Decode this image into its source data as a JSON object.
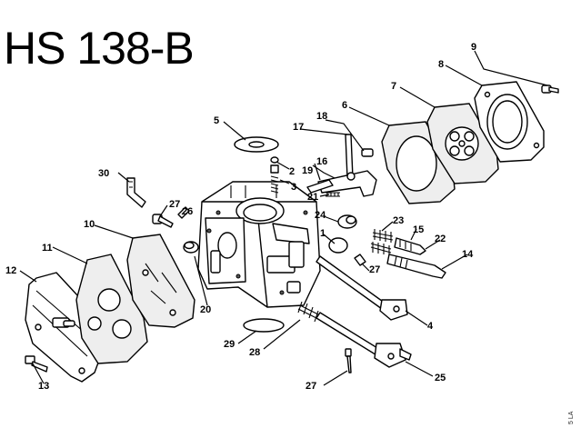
{
  "title": "HS 138-B",
  "image_code": "5 LA",
  "callouts": [
    {
      "id": "c1",
      "text": "1"
    },
    {
      "id": "c2",
      "text": "2"
    },
    {
      "id": "c3",
      "text": "3"
    },
    {
      "id": "c4",
      "text": "4"
    },
    {
      "id": "c5",
      "text": "5"
    },
    {
      "id": "c6",
      "text": "6"
    },
    {
      "id": "c7",
      "text": "7"
    },
    {
      "id": "c8",
      "text": "8"
    },
    {
      "id": "c9",
      "text": "9"
    },
    {
      "id": "c10",
      "text": "10"
    },
    {
      "id": "c11",
      "text": "11"
    },
    {
      "id": "c12",
      "text": "12"
    },
    {
      "id": "c13",
      "text": "13"
    },
    {
      "id": "c14",
      "text": "14"
    },
    {
      "id": "c15",
      "text": "15"
    },
    {
      "id": "c16",
      "text": "16"
    },
    {
      "id": "c17",
      "text": "17"
    },
    {
      "id": "c18",
      "text": "18"
    },
    {
      "id": "c19",
      "text": "19"
    },
    {
      "id": "c20",
      "text": "20"
    },
    {
      "id": "c21",
      "text": "21"
    },
    {
      "id": "c22",
      "text": "22"
    },
    {
      "id": "c23",
      "text": "23"
    },
    {
      "id": "c24",
      "text": "24"
    },
    {
      "id": "c25",
      "text": "25"
    },
    {
      "id": "c26",
      "text": "26"
    },
    {
      "id": "c27a",
      "text": "27"
    },
    {
      "id": "c27b",
      "text": "27"
    },
    {
      "id": "c27c",
      "text": "27"
    },
    {
      "id": "c28",
      "text": "28"
    },
    {
      "id": "c29",
      "text": "29"
    },
    {
      "id": "c30",
      "text": "30"
    }
  ]
}
